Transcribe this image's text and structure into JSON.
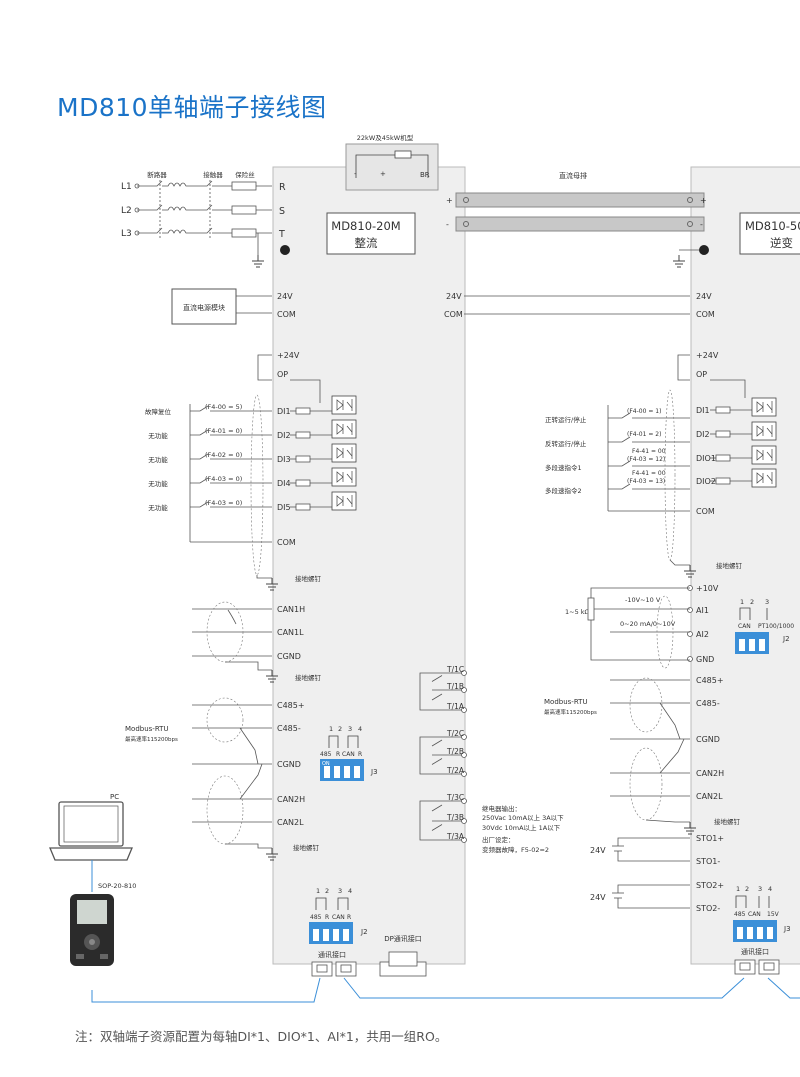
{
  "title": "MD810单轴端子接线图",
  "footnote": "注：双轴端子资源配置为每轴DI*1、DIO*1、AI*1，共用一组RO。",
  "brake_box": {
    "model": "22kW及45kW机型",
    "left": "-",
    "mid": "+",
    "right": "BR"
  },
  "dc_bus": {
    "label": "直流母排",
    "plus": "+",
    "minus": "-"
  },
  "power_in": {
    "breaker": "断路器",
    "contactor": "接触器",
    "fuse": "保险丝",
    "lines": [
      "L1",
      "L2",
      "L3"
    ]
  },
  "rect_unit": {
    "model": "MD810-20M",
    "type": "整流",
    "rst": [
      "R",
      "S",
      "T"
    ],
    "dc_supply": "直流电源模块",
    "terms_24": [
      "24V",
      "COM"
    ],
    "terms_op": [
      "+24V",
      "OP"
    ],
    "di": [
      "DI1",
      "DI2",
      "DI3",
      "DI4",
      "DI5"
    ],
    "di_labels": [
      "故障复位",
      "无功能",
      "无功能",
      "无功能",
      "无功能"
    ],
    "di_codes": [
      "(F4-00 = 5)",
      "(F4-01 = 0)",
      "(F4-02 = 0)",
      "(F4-03 = 0)",
      "(F4-03 = 0)"
    ],
    "com": "COM",
    "ground_screw": "接地螺钉",
    "can1": [
      "CAN1H",
      "CAN1L",
      "CGND"
    ],
    "c485": [
      "C485+",
      "C485-",
      "CGND"
    ],
    "modbus": [
      "Modbus-RTU",
      "最高速率115200bps"
    ],
    "can2": [
      "CAN2H",
      "CAN2L"
    ],
    "j3": {
      "nums": [
        "1",
        "2",
        "3",
        "4"
      ],
      "labels": [
        "485",
        "R",
        "CAN",
        "R"
      ],
      "on": "ON",
      "name": "J3"
    },
    "j2": {
      "nums": [
        "1",
        "2",
        "3",
        "4"
      ],
      "labels": [
        "485",
        "R",
        "CAN",
        "R"
      ],
      "name": "J2"
    },
    "relays": [
      "T/1C",
      "T/1B",
      "T/1A",
      "T/2C",
      "T/2B",
      "T/2A",
      "T/3C",
      "T/3B",
      "T/3A"
    ],
    "comm_port": "通讯接口",
    "dp_port": "DP通讯接口",
    "relay_note": [
      "继电器输出：",
      "250Vac 10mA以上  3A以下",
      "30Vdc 10mA以上  1A以下",
      "出厂设定：",
      "变频器故障，F5-02=2"
    ]
  },
  "mid_terms": [
    "24V",
    "COM"
  ],
  "pc": {
    "label": "PC",
    "keypad": "SOP-20-810"
  },
  "inv_unit": {
    "model": "MD810-50",
    "type": "逆变",
    "terms_24": [
      "24V",
      "COM"
    ],
    "terms_op": [
      "+24V",
      "OP"
    ],
    "di": [
      "DI1",
      "DI2",
      "DIO1",
      "DIO2"
    ],
    "di_labels": [
      "正转运行/停止",
      "反转运行/停止",
      "多段速指令1",
      "多段速指令2"
    ],
    "di_codes": [
      "(F4-00 = 1)",
      "(F4-01 = 2)",
      "F4-41 = 00",
      "(F4-03 = 12)",
      "F4-41 = 00",
      "(F4-03 = 13)"
    ],
    "com": "COM",
    "ground_screw": "接地螺钉",
    "analog": [
      "+10V",
      "AI1",
      "AI2",
      "GND"
    ],
    "pot": "1~5 kΩ",
    "ai_ranges": [
      "-10V~10 V",
      "0~20 mA/0~10V"
    ],
    "c485": [
      "C485+",
      "C485-",
      "CGND"
    ],
    "modbus": [
      "Modbus-RTU",
      "最高速率115200bps"
    ],
    "can2": [
      "CAN2H",
      "CAN2L"
    ],
    "sto": [
      "STO1+",
      "STO1-",
      "STO2+",
      "STO2-"
    ],
    "sto_v": "24V",
    "j2": {
      "nums": [
        "1",
        "2",
        "3"
      ],
      "labels": [
        "CAN",
        "PT100/1000"
      ],
      "name": "J2"
    },
    "j3": {
      "nums": [
        "1",
        "2",
        "3",
        "4"
      ],
      "labels": [
        "485",
        "CAN",
        "15V"
      ],
      "name": "J3"
    },
    "comm_port": "通讯接口"
  }
}
